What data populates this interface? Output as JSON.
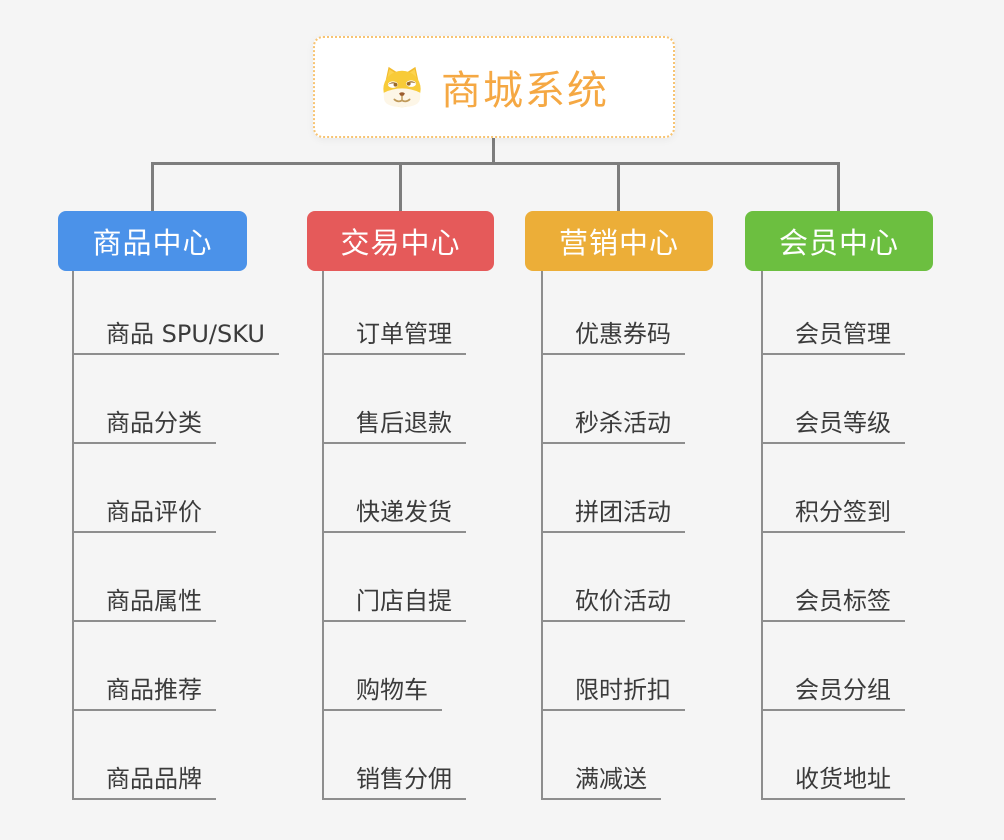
{
  "root": {
    "title": "商城系统",
    "icon": "doge-face-icon"
  },
  "branches": [
    {
      "label": "商品中心",
      "color": "#4b92e9",
      "items": [
        "商品 SPU/SKU",
        "商品分类",
        "商品评价",
        "商品属性",
        "商品推荐",
        "商品品牌"
      ]
    },
    {
      "label": "交易中心",
      "color": "#e55a5a",
      "items": [
        "订单管理",
        "售后退款",
        "快递发货",
        "门店自提",
        "购物车",
        "销售分佣"
      ]
    },
    {
      "label": "营销中心",
      "color": "#ecae38",
      "items": [
        "优惠券码",
        "秒杀活动",
        "拼团活动",
        "砍价活动",
        "限时折扣",
        "满减送"
      ]
    },
    {
      "label": "会员中心",
      "color": "#6cbf40",
      "items": [
        "会员管理",
        "会员等级",
        "积分签到",
        "会员标签",
        "会员分组",
        "收货地址"
      ]
    }
  ],
  "colors": {
    "canvas_bg": "#f5f5f5",
    "connector": "#7d7d7d",
    "underline": "#8e8e8e",
    "root_accent": "#f5a843",
    "root_border": "#f7c473",
    "item_text": "#3b3b3b"
  }
}
